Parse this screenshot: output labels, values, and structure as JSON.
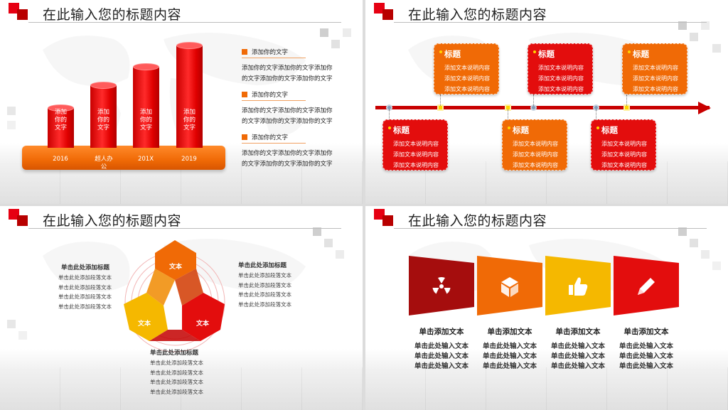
{
  "slide_title": "在此输入您的标题内容",
  "slide1": {
    "bars": [
      {
        "label": "添加你的文字",
        "year": "2016",
        "height_ratio": 0.39
      },
      {
        "label": "添加你的文字",
        "year": "超人办公",
        "height_ratio": 0.61
      },
      {
        "label": "添加你的文字",
        "year": "201X",
        "height_ratio": 0.79
      },
      {
        "label": "添加你的文字",
        "year": "2019",
        "height_ratio": 1.0
      }
    ],
    "legend": [
      {
        "title": "添加你的文字",
        "desc": "添加你的文字添加你的文字添加你的文字添加你的文字添加你的文字"
      },
      {
        "title": "添加你的文字",
        "desc": "添加你的文字添加你的文字添加你的文字添加你的文字添加你的文字"
      },
      {
        "title": "添加你的文字",
        "desc": "添加你的文字添加你的文字添加你的文字添加你的文字添加你的文字"
      }
    ]
  },
  "slide2": {
    "boxes": [
      {
        "title": "标题",
        "lines": [
          "添加文本说明内容",
          "添加文本说明内容",
          "添加文本说明内容"
        ]
      },
      {
        "title": "标题",
        "lines": [
          "添加文本说明内容",
          "添加文本说明内容",
          "添加文本说明内容"
        ]
      },
      {
        "title": "标题",
        "lines": [
          "添加文本说明内容",
          "添加文本说明内容",
          "添加文本说明内容"
        ]
      },
      {
        "title": "标题",
        "lines": [
          "添加文本说明内容",
          "添加文本说明内容",
          "添加文本说明内容"
        ]
      },
      {
        "title": "标题",
        "lines": [
          "添加文本说明内容",
          "添加文本说明内容",
          "添加文本说明内容"
        ]
      },
      {
        "title": "标题",
        "lines": [
          "添加文本说明内容",
          "添加文本说明内容",
          "添加文本说明内容"
        ]
      }
    ]
  },
  "slide3": {
    "segments": [
      "文本",
      "文本",
      "文本"
    ],
    "blocks": [
      {
        "heading": "单击此处添加标题",
        "lines": [
          "单击此处添加段落文本",
          "单击此处添加段落文本",
          "单击此处添加段落文本",
          "单击此处添加段落文本"
        ]
      },
      {
        "heading": "单击此处添加标题",
        "lines": [
          "单击此处添加段落文本",
          "单击此处添加段落文本",
          "单击此处添加段落文本",
          "单击此处添加段落文本"
        ]
      },
      {
        "heading": "单击此处添加标题",
        "lines": [
          "单击此处添加段落文本",
          "单击此处添加段落文本",
          "单击此处添加段落文本",
          "单击此处添加段落文本"
        ]
      }
    ]
  },
  "slide4": {
    "cards": [
      {
        "icon": "radiation-icon",
        "color": "#a50d0d",
        "heading": "单击添加文本",
        "lines": [
          "单击此处输入文本",
          "单击此处输入文本",
          "单击此处输入文本"
        ]
      },
      {
        "icon": "cube-icon",
        "color": "#f06a06",
        "heading": "单击添加文本",
        "lines": [
          "单击此处输入文本",
          "单击此处输入文本",
          "单击此处输入文本"
        ]
      },
      {
        "icon": "thumbs-up-icon",
        "color": "#f5b800",
        "heading": "单击添加文本",
        "lines": [
          "单击此处输入文本",
          "单击此处输入文本",
          "单击此处输入文本"
        ]
      },
      {
        "icon": "pencil-icon",
        "color": "#e30d0d",
        "heading": "单击添加文本",
        "lines": [
          "单击此处输入文本",
          "单击此处输入文本",
          "单击此处输入文本"
        ]
      }
    ]
  },
  "colors": {
    "red": "#e30d0d",
    "dark_red": "#b80000",
    "orange": "#f06a06",
    "yellow": "#f5b800"
  }
}
